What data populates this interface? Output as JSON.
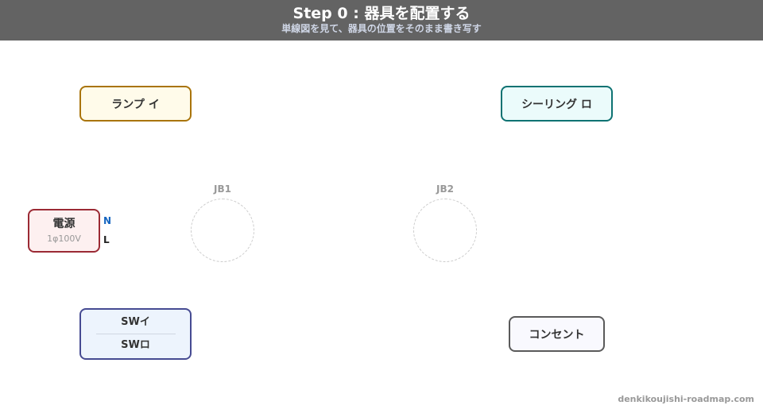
{
  "header": {
    "title": "Step 0 : 器具を配置する",
    "subtitle": "単線図を見て、器具の位置をそのまま書き写す"
  },
  "devices": {
    "lamp": {
      "label": "ランプ イ",
      "border_color": "#a9740a",
      "fill": "#fffbea"
    },
    "ceiling": {
      "label": "シーリング ロ",
      "border_color": "#0e7272",
      "fill": "#ebfbfb"
    },
    "power": {
      "label": "電源",
      "spec": "1φ100V",
      "border_color": "#9b2a34",
      "fill": "#fdf0f0",
      "terminals": {
        "n": "N",
        "l": "L"
      },
      "n_color": "#1565c0"
    },
    "switch": {
      "row1": "SWイ",
      "row2": "SWロ",
      "border_color": "#464b92",
      "fill": "#edf4fd"
    },
    "outlet": {
      "label": "コンセント",
      "border_color": "#5a5a5a",
      "fill": "#f9f9fe"
    }
  },
  "junction_boxes": [
    {
      "label": "JB1"
    },
    {
      "label": "JB2"
    }
  ],
  "footer": {
    "site": "denkikoujishi-roadmap.com"
  }
}
